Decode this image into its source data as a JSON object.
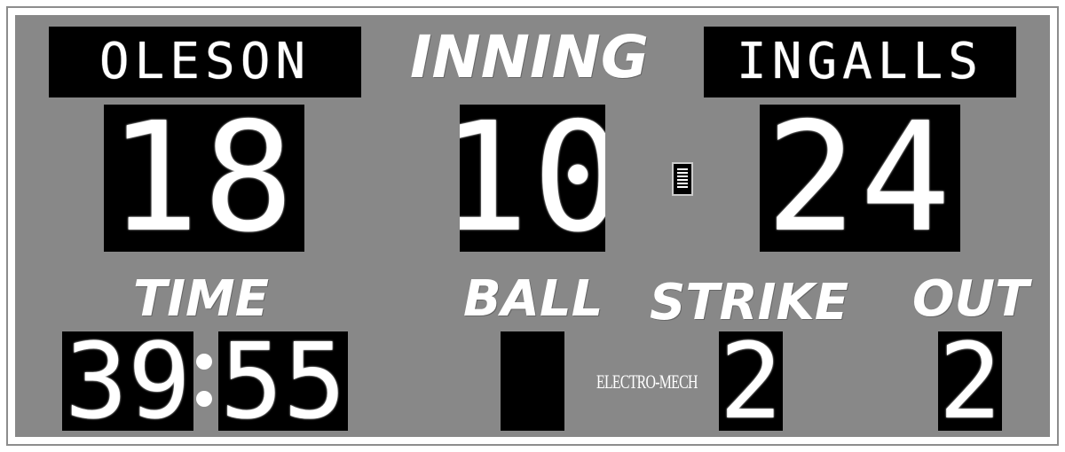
{
  "scoreboard": {
    "home_name": "OLESON",
    "home_score": "18",
    "inning_label": "INNING",
    "inning_value": "10",
    "guest_name": "INGALLS",
    "guest_score": "24",
    "time_label": "TIME",
    "time_minutes": "39",
    "time_seconds": "55",
    "ball_label": "BALL",
    "ball_value": "",
    "strike_label": "STRIKE",
    "strike_value": "2",
    "out_label": "OUT",
    "out_value": "2",
    "brand": "ELECTRO-MECH"
  },
  "colors": {
    "board_face": "#888888",
    "panel": "#000000",
    "lamp": "#ffffff"
  }
}
